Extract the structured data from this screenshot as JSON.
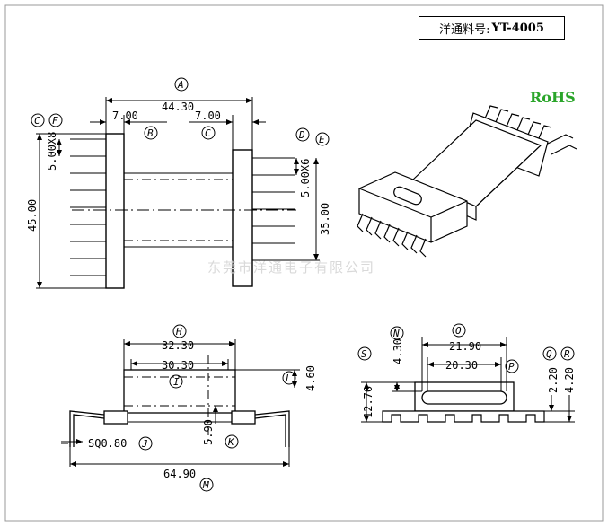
{
  "part_label": {
    "prefix": "洋通料号:",
    "part_no": "YT-4005"
  },
  "rohs": "RoHS",
  "watermark": "东莞市洋通电子有限公司",
  "top_view": {
    "width": "44.30",
    "pitch_left": "7.00",
    "pitch_right": "7.00",
    "height": "45.00",
    "pin_pitch_left": "5.00X8",
    "pin_pitch_right": "5.00X6",
    "inner_height": "35.00",
    "markers": {
      "A": "A",
      "B": "B",
      "C": "C",
      "D": "D",
      "E": "E",
      "F": "F"
    }
  },
  "side_view": {
    "flange": "32.30",
    "winding": "30.30",
    "flange_h": "4.60",
    "core_h": "5.90",
    "pin_sq": "SQ0.80",
    "overall": "64.90",
    "markers": {
      "H": "H",
      "I": "I",
      "J": "J",
      "K": "K",
      "L": "L",
      "M": "M"
    }
  },
  "end_view": {
    "outer": "21.90",
    "inner": "20.30",
    "slot_h": "4.30",
    "height": "12.70",
    "pin_a": "2.20",
    "pin_b": "4.20",
    "markers": {
      "N": "N",
      "O": "O",
      "P": "P",
      "Q": "Q",
      "R": "R",
      "S": "S"
    }
  }
}
